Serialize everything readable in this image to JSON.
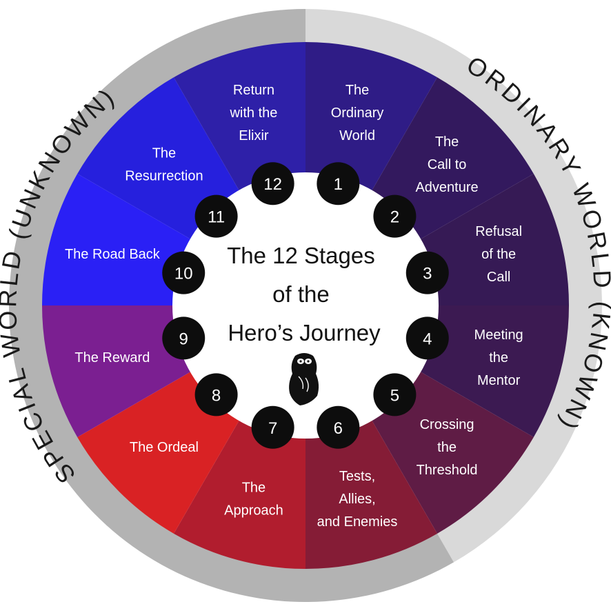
{
  "title": [
    "The 12 Stages",
    "of the",
    "Hero’s Journey"
  ],
  "ring": {
    "known": {
      "label": "ORDINARY WORLD (KNOWN)",
      "color": "#d9d9d9"
    },
    "unknown": {
      "label": "SPECIAL WORLD (UNKNOWN)",
      "color": "#b3b3b3"
    }
  },
  "stages": [
    {
      "number": "1",
      "label": [
        "The",
        "Ordinary",
        "World"
      ],
      "color": "#2f1c86"
    },
    {
      "number": "2",
      "label": [
        "The",
        "Call to",
        "Adventure"
      ],
      "color": "#33195e"
    },
    {
      "number": "3",
      "label": [
        "Refusal",
        "of the",
        "Call"
      ],
      "color": "#361a55"
    },
    {
      "number": "4",
      "label": [
        "Meeting",
        "the",
        "Mentor"
      ],
      "color": "#3c1a52"
    },
    {
      "number": "5",
      "label": [
        "Crossing",
        "the",
        "Threshold"
      ],
      "color": "#5f1c45"
    },
    {
      "number": "6",
      "label": [
        "Tests,",
        "Allies,",
        "and Enemies"
      ],
      "color": "#851c36"
    },
    {
      "number": "7",
      "label": [
        "The",
        "Approach"
      ],
      "color": "#b11d2e"
    },
    {
      "number": "8",
      "label": [
        "The Ordeal"
      ],
      "color": "#d92224"
    },
    {
      "number": "9",
      "label": [
        "The Reward"
      ],
      "color": "#7b1f91"
    },
    {
      "number": "10",
      "label": [
        "The Road Back"
      ],
      "color": "#2a20f5"
    },
    {
      "number": "11",
      "label": [
        "The",
        "Resurrection"
      ],
      "color": "#2620dd"
    },
    {
      "number": "12",
      "label": [
        "Return",
        "with the",
        "Elixir"
      ],
      "color": "#2e20a8"
    }
  ],
  "logo": "owl-logo-icon"
}
